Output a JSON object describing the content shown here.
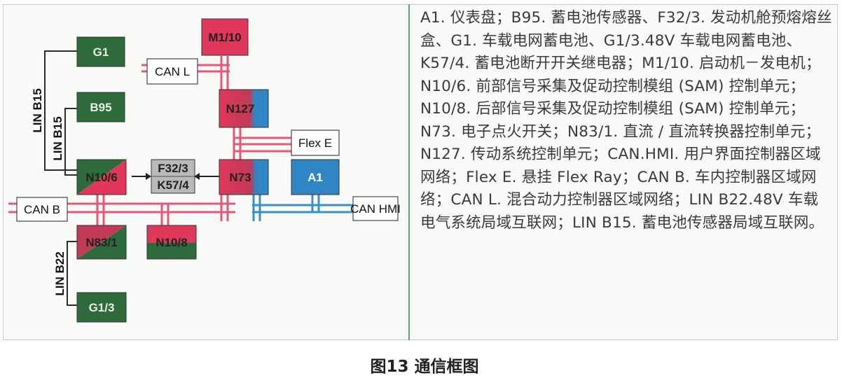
{
  "nodes": {
    "m1_10": "M1/10",
    "g1": "G1",
    "b95": "B95",
    "n127": "N127",
    "n10_6": "N10/6",
    "f32_3": "F32/3",
    "k57_4": "K57/4",
    "n73": "N73",
    "a1": "A1",
    "n83_1": "N83/1",
    "n10_8": "N10/8",
    "g1_3": "G1/3"
  },
  "buses": {
    "can_l": "CAN L",
    "can_b": "CAN B",
    "flex_e": "Flex E",
    "can_hmi": "CAN HMI",
    "lin_b15_outer": "LIN B15",
    "lin_b15_inner": "LIN B15",
    "lin_b22": "LIN B22"
  },
  "legend_text": "A1. 仪表盘；B95. 蓄电池传感器、F32/3. 发动机舱预熔熔丝盒、G1. 车载电网蓄电池、G1/3.48V 车载电网蓄电池、K57/4. 蓄电池断开开关继电器；M1/10. 启动机－发电机；N10/6. 前部信号采集及促动控制模组 (SAM) 控制单元；N10/8. 后部信号采集及促动控制模组 (SAM) 控制单元；N73. 电子点火开关；N83/1. 直流 / 直流转换器控制单元；N127. 传动系统控制单元；CAN.HMI. 用户界面控制器区域网络；Flex E. 悬挂 Flex Ray；CAN B. 车内控制器区域网络；CAN L. 混合动力控制器区域网络；LIN B22.48V 车载电气系统局域互联网；LIN B15. 蓄电池传感器局域互联网。",
  "caption": "图13 通信框图",
  "colors": {
    "green": "#2e6b3a",
    "red": "#e0375a",
    "blue": "#2f86c2",
    "gray": "#b9b9b9",
    "can_line_red": "#e8557a",
    "can_line_blue": "#3a8fc9",
    "frame_divider": "#5fa07a"
  }
}
